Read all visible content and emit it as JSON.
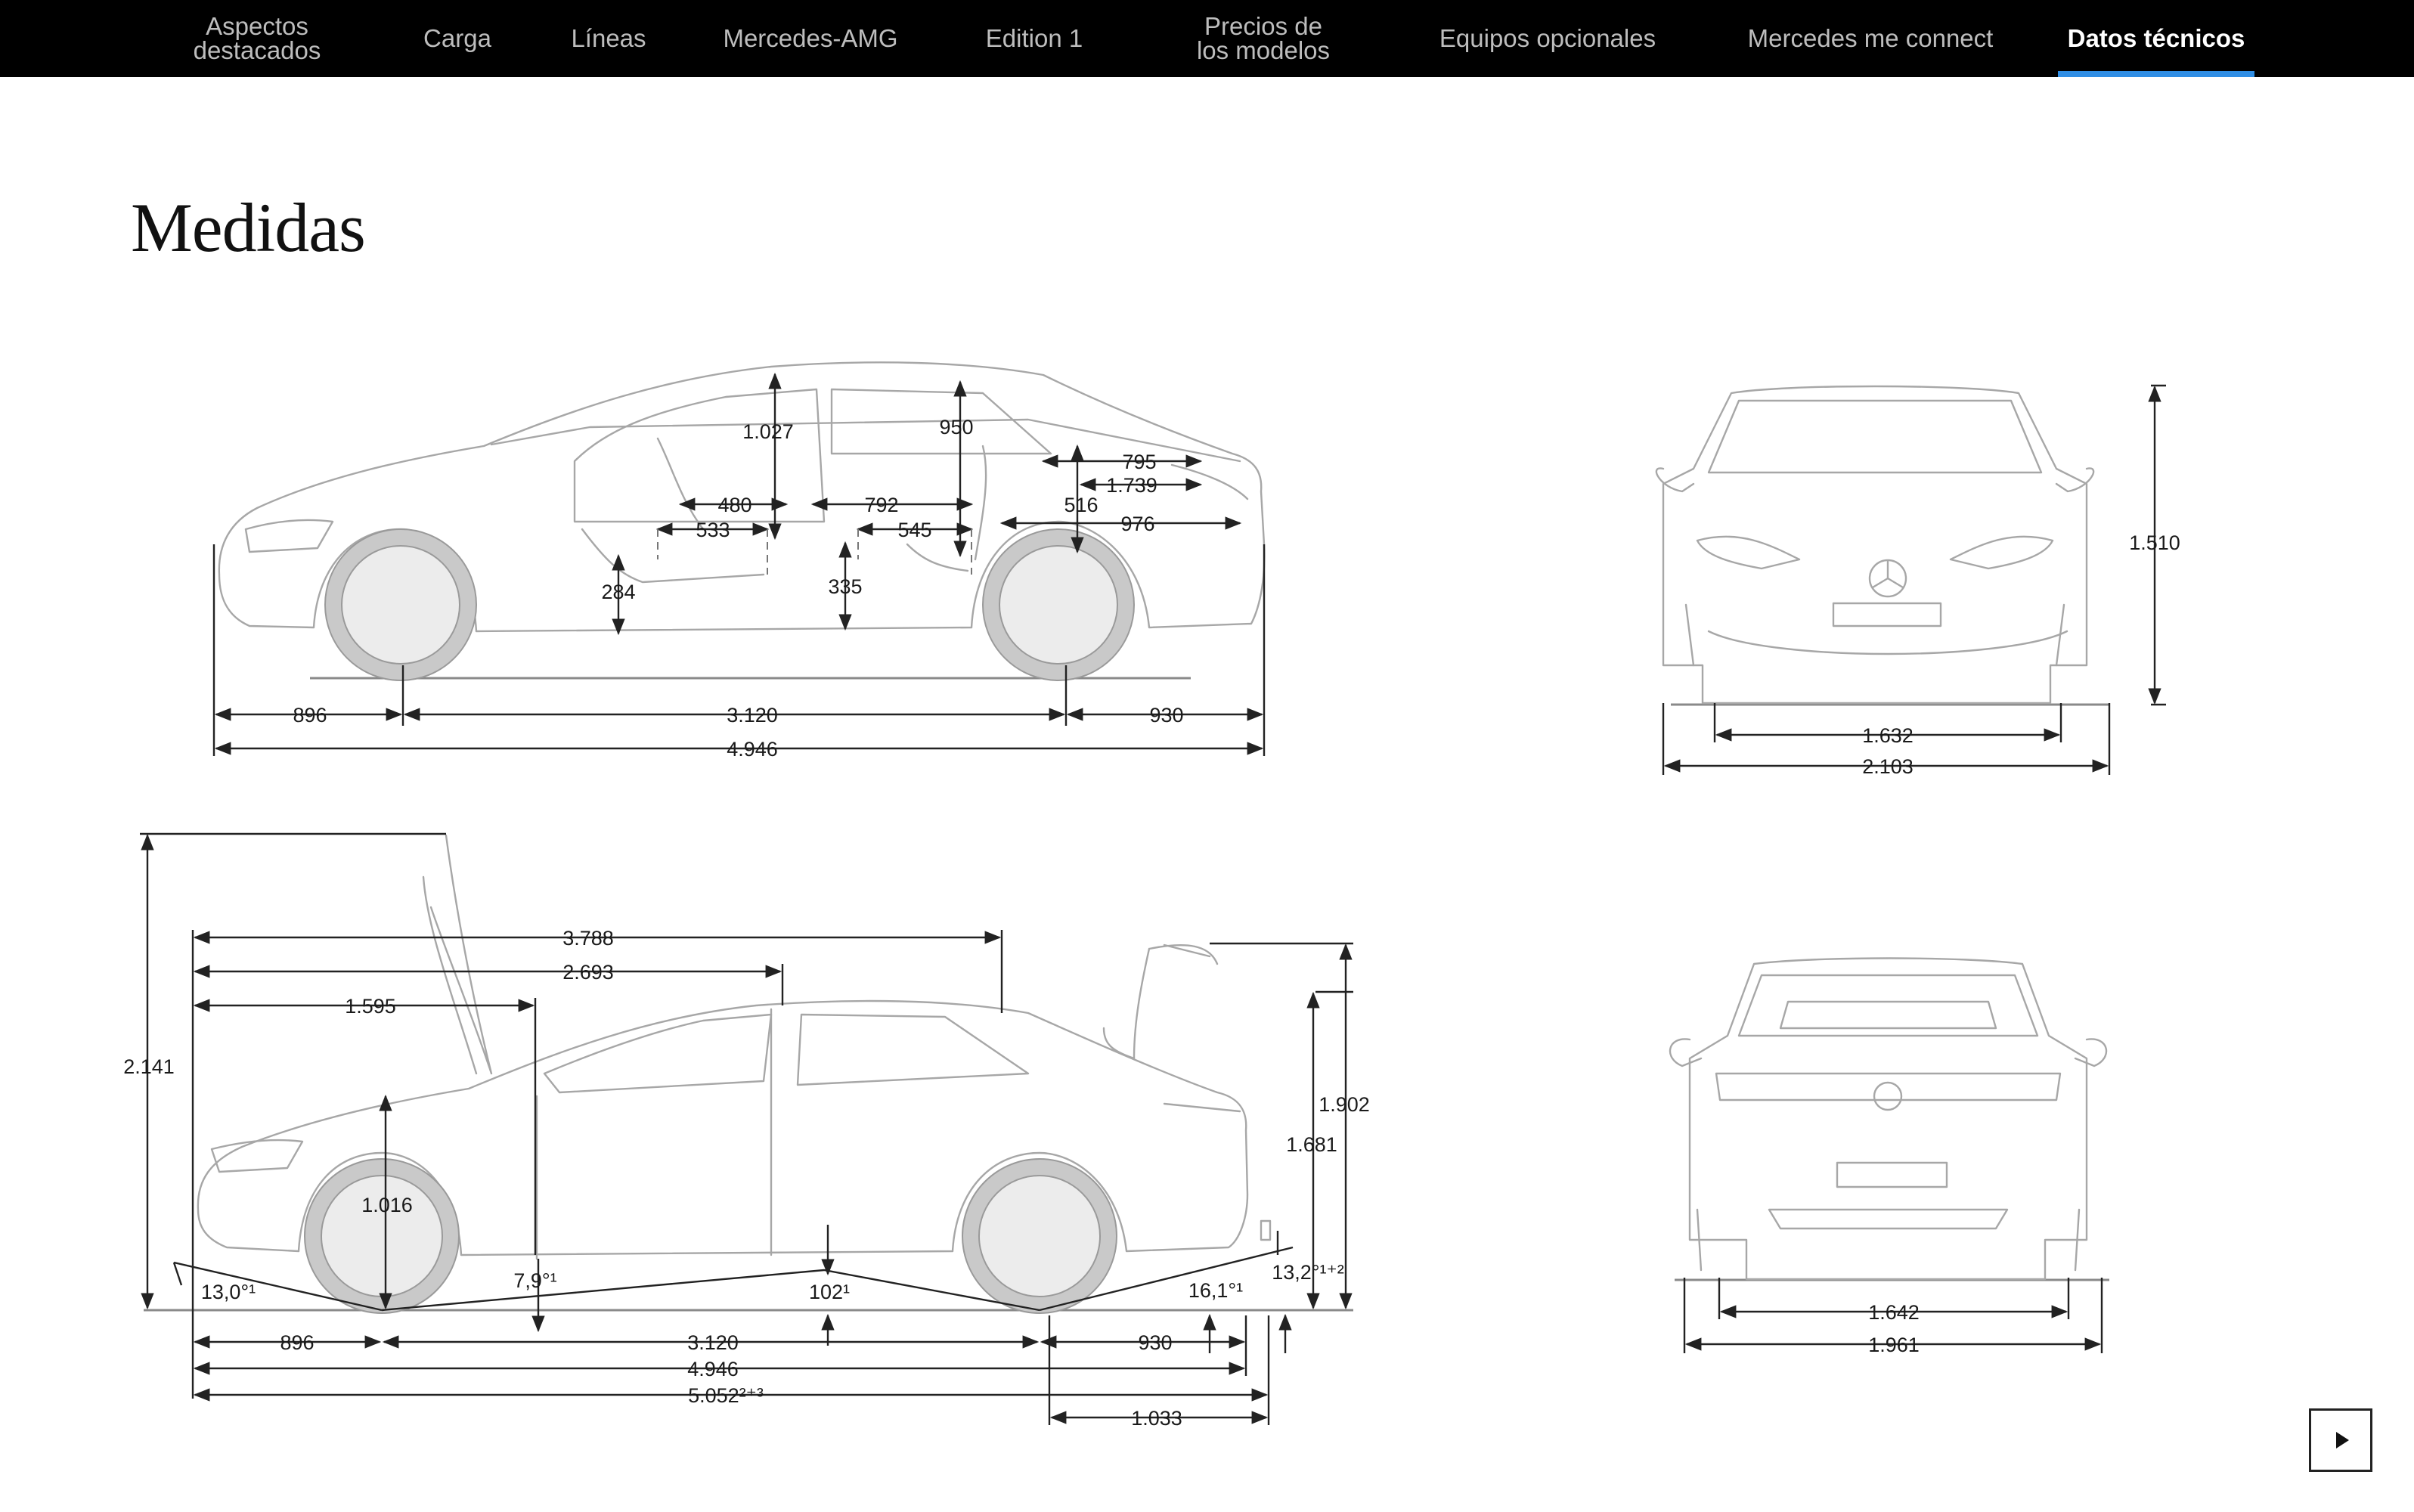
{
  "nav": {
    "items": [
      {
        "label": "Aspectos\ndestacados"
      },
      {
        "label": "Carga"
      },
      {
        "label": "Líneas"
      },
      {
        "label": "Mercedes-AMG"
      },
      {
        "label": "Edition 1"
      },
      {
        "label": "Precios de\nlos modelos"
      },
      {
        "label": "Equipos opcionales"
      },
      {
        "label": "Mercedes me connect"
      },
      {
        "label": "Datos técnicos",
        "active": true
      }
    ]
  },
  "page": {
    "title": "Medidas"
  },
  "dimensions": {
    "side_interior": {
      "headroom_front": "1.027",
      "headroom_rear": "950",
      "trunk_upper": "795",
      "width_interior": "1.739",
      "trunk_depth": "516",
      "trunk_length": "976",
      "front_seat_depth": "480",
      "front_legroom": "533",
      "rear_knee": "792",
      "rear_seat_depth": "545",
      "front_seat_height": "284",
      "rear_seat_height": "335",
      "front_overhang": "896",
      "wheelbase": "3.120",
      "rear_overhang": "930",
      "length": "4.946"
    },
    "front_view": {
      "height": "1.510",
      "track_front": "1.632",
      "width_mirrors": "2.103"
    },
    "side_exterior": {
      "height_hood_open": "2.141",
      "length_to_trunk_lid": "3.788",
      "length_to_b_pillar": "2.693",
      "length_to_a_pillar": "1.595",
      "height_trunk_open": "1.902",
      "height_trunk_edge": "1.681",
      "ground_front": "1.016",
      "approach_angle": "13,0°¹",
      "ramp_angle": "7,9°¹",
      "ground_clearance": "102¹",
      "departure_angle": "16,1°¹",
      "trunk_angle": "13,2°¹⁺²",
      "front_overhang": "896",
      "wheelbase": "3.120",
      "rear_overhang": "930",
      "length": "4.946",
      "length_with_hitch": "5.052²⁺³",
      "rear_open_length": "1.033"
    },
    "rear_view": {
      "track_rear": "1.642",
      "width_body": "1.961"
    }
  },
  "controls": {
    "next_icon": "play-icon"
  }
}
